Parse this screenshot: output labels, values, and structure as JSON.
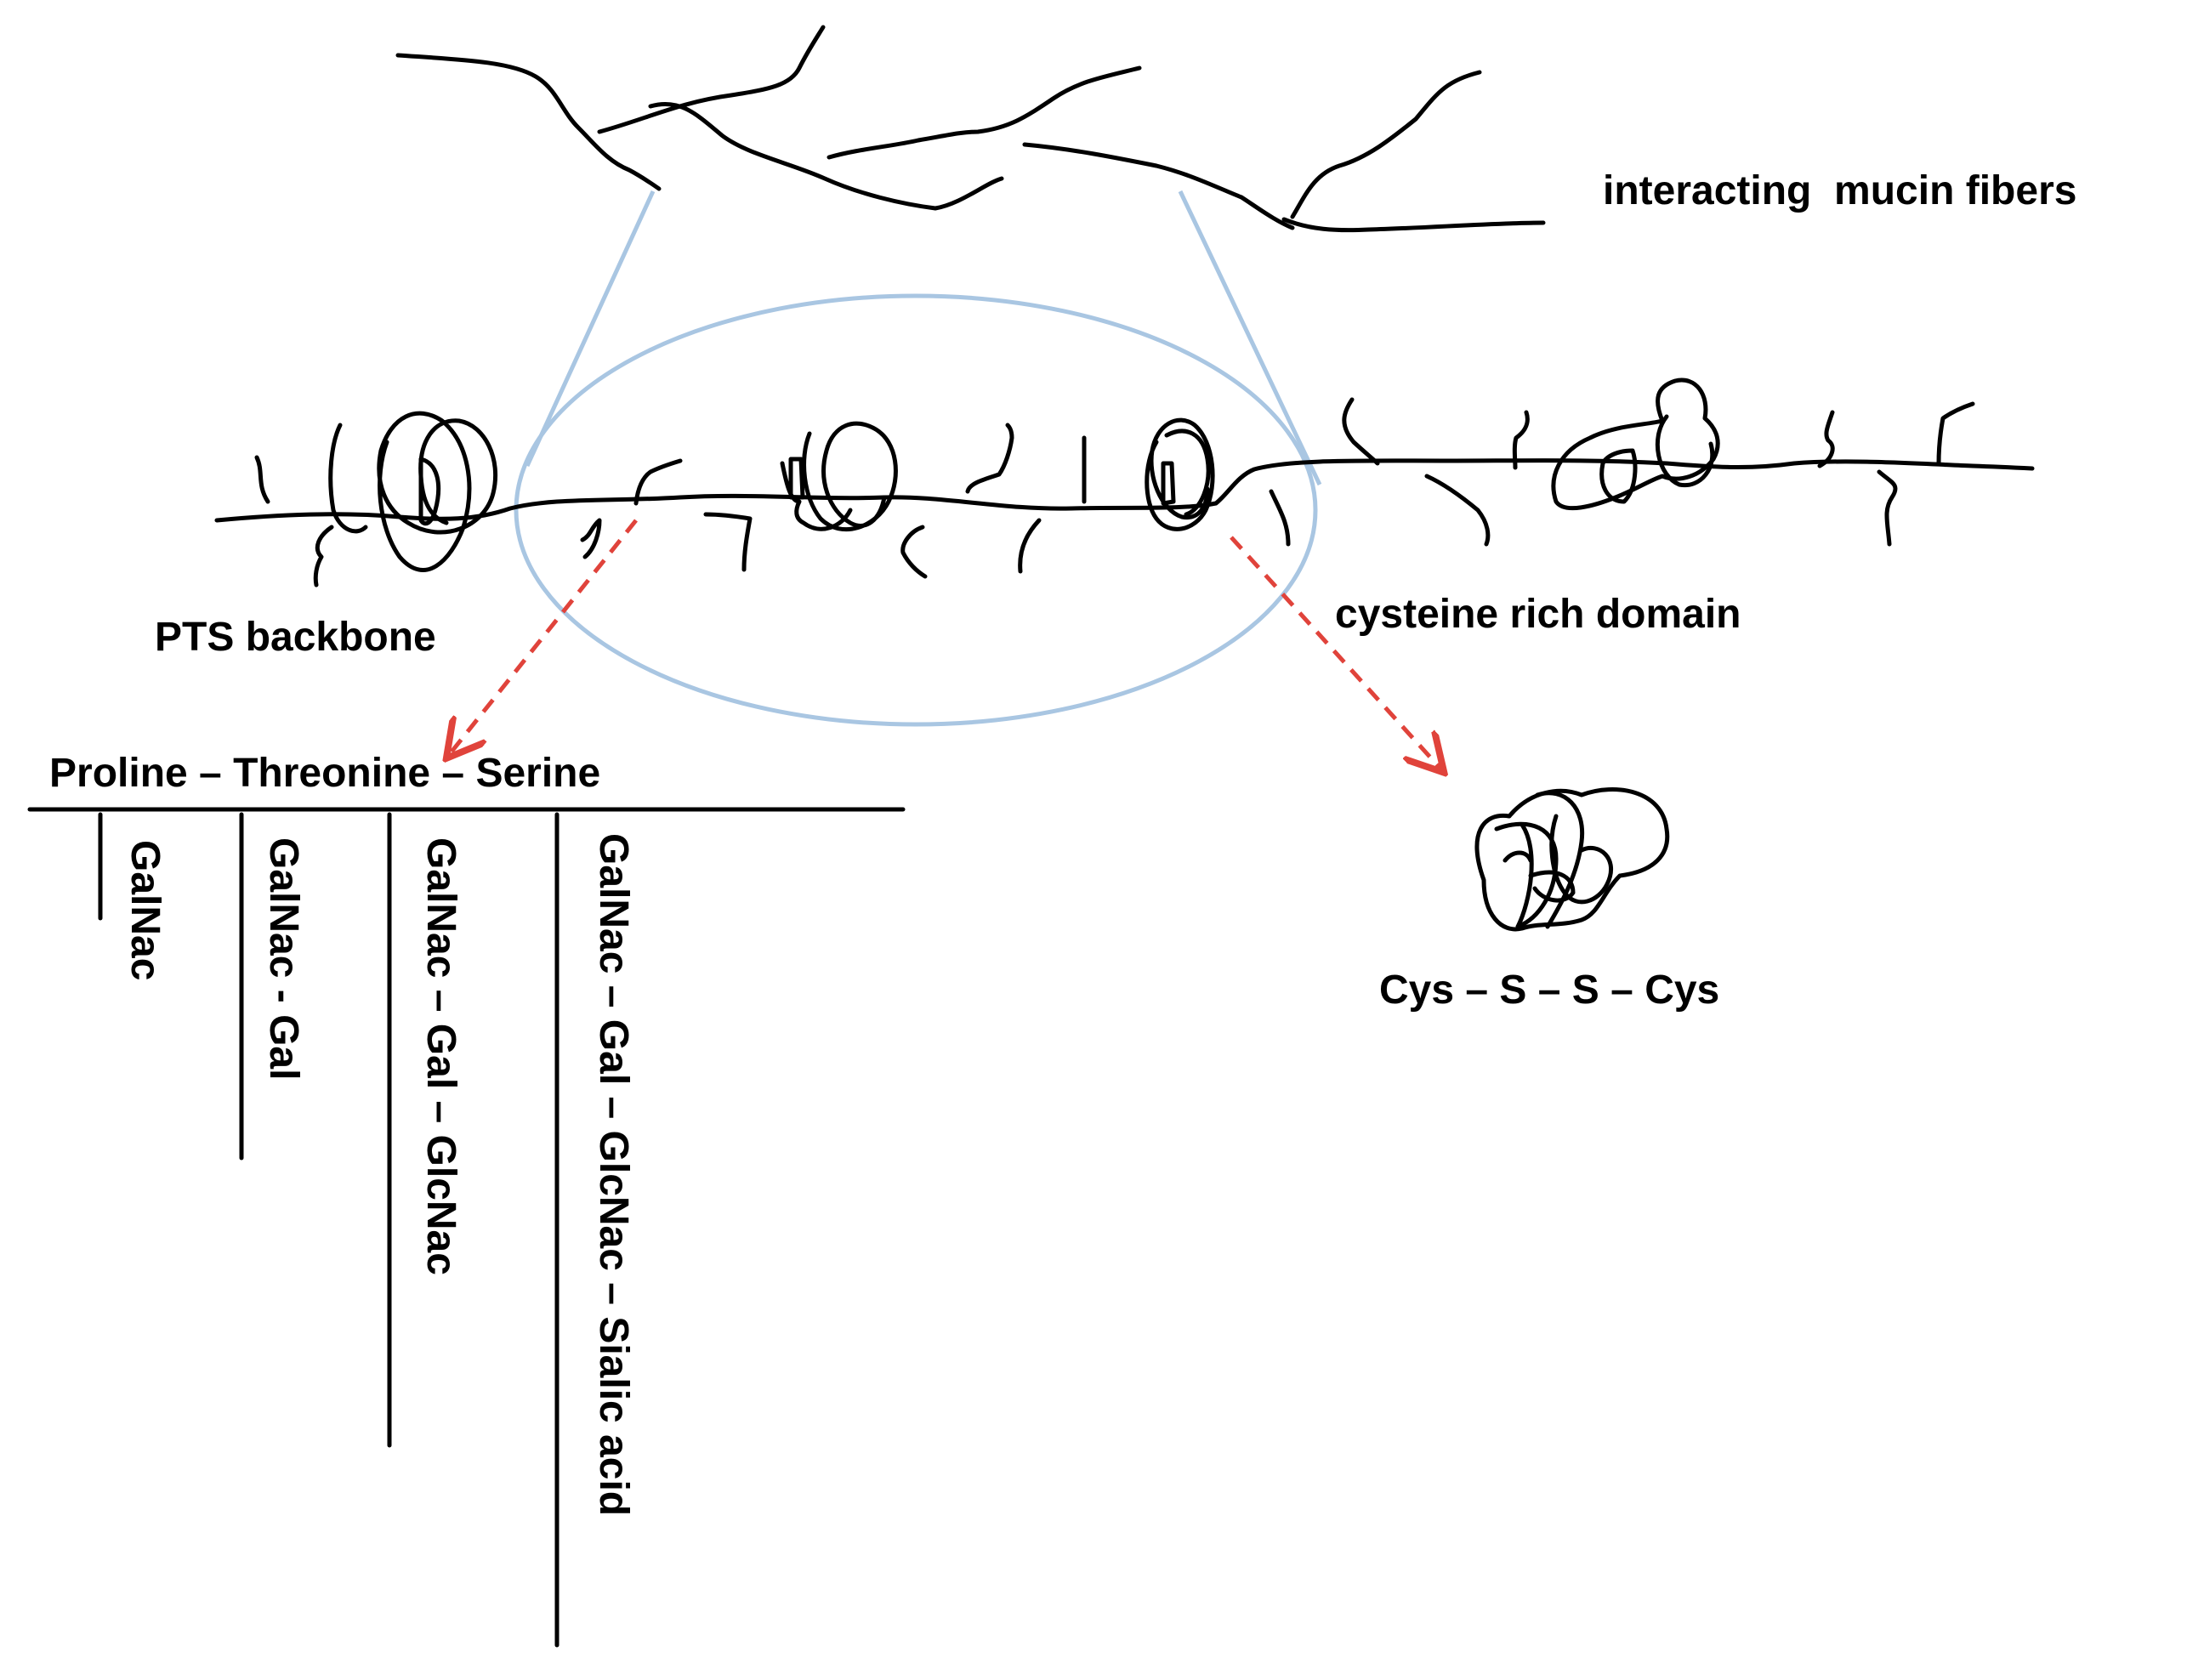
{
  "labels": {
    "fibers": "interacting  mucin fibers",
    "pts_backbone": "PTS backbone",
    "cysteine_domain": "cysteine rich domain",
    "pts_sequence": "Proline – Threonine – Serine",
    "disulfide": "Cys – S – S – Cys"
  },
  "glycans": [
    "GalNac",
    "GalNac - Gal",
    "GalNac – Gal – GlcNac",
    "GalNac – Gal – GlcNac – Sialic acid"
  ],
  "colors": {
    "zoom_highlight": "#a9c6e2",
    "arrow": "#e0433b",
    "ink": "#000000"
  }
}
